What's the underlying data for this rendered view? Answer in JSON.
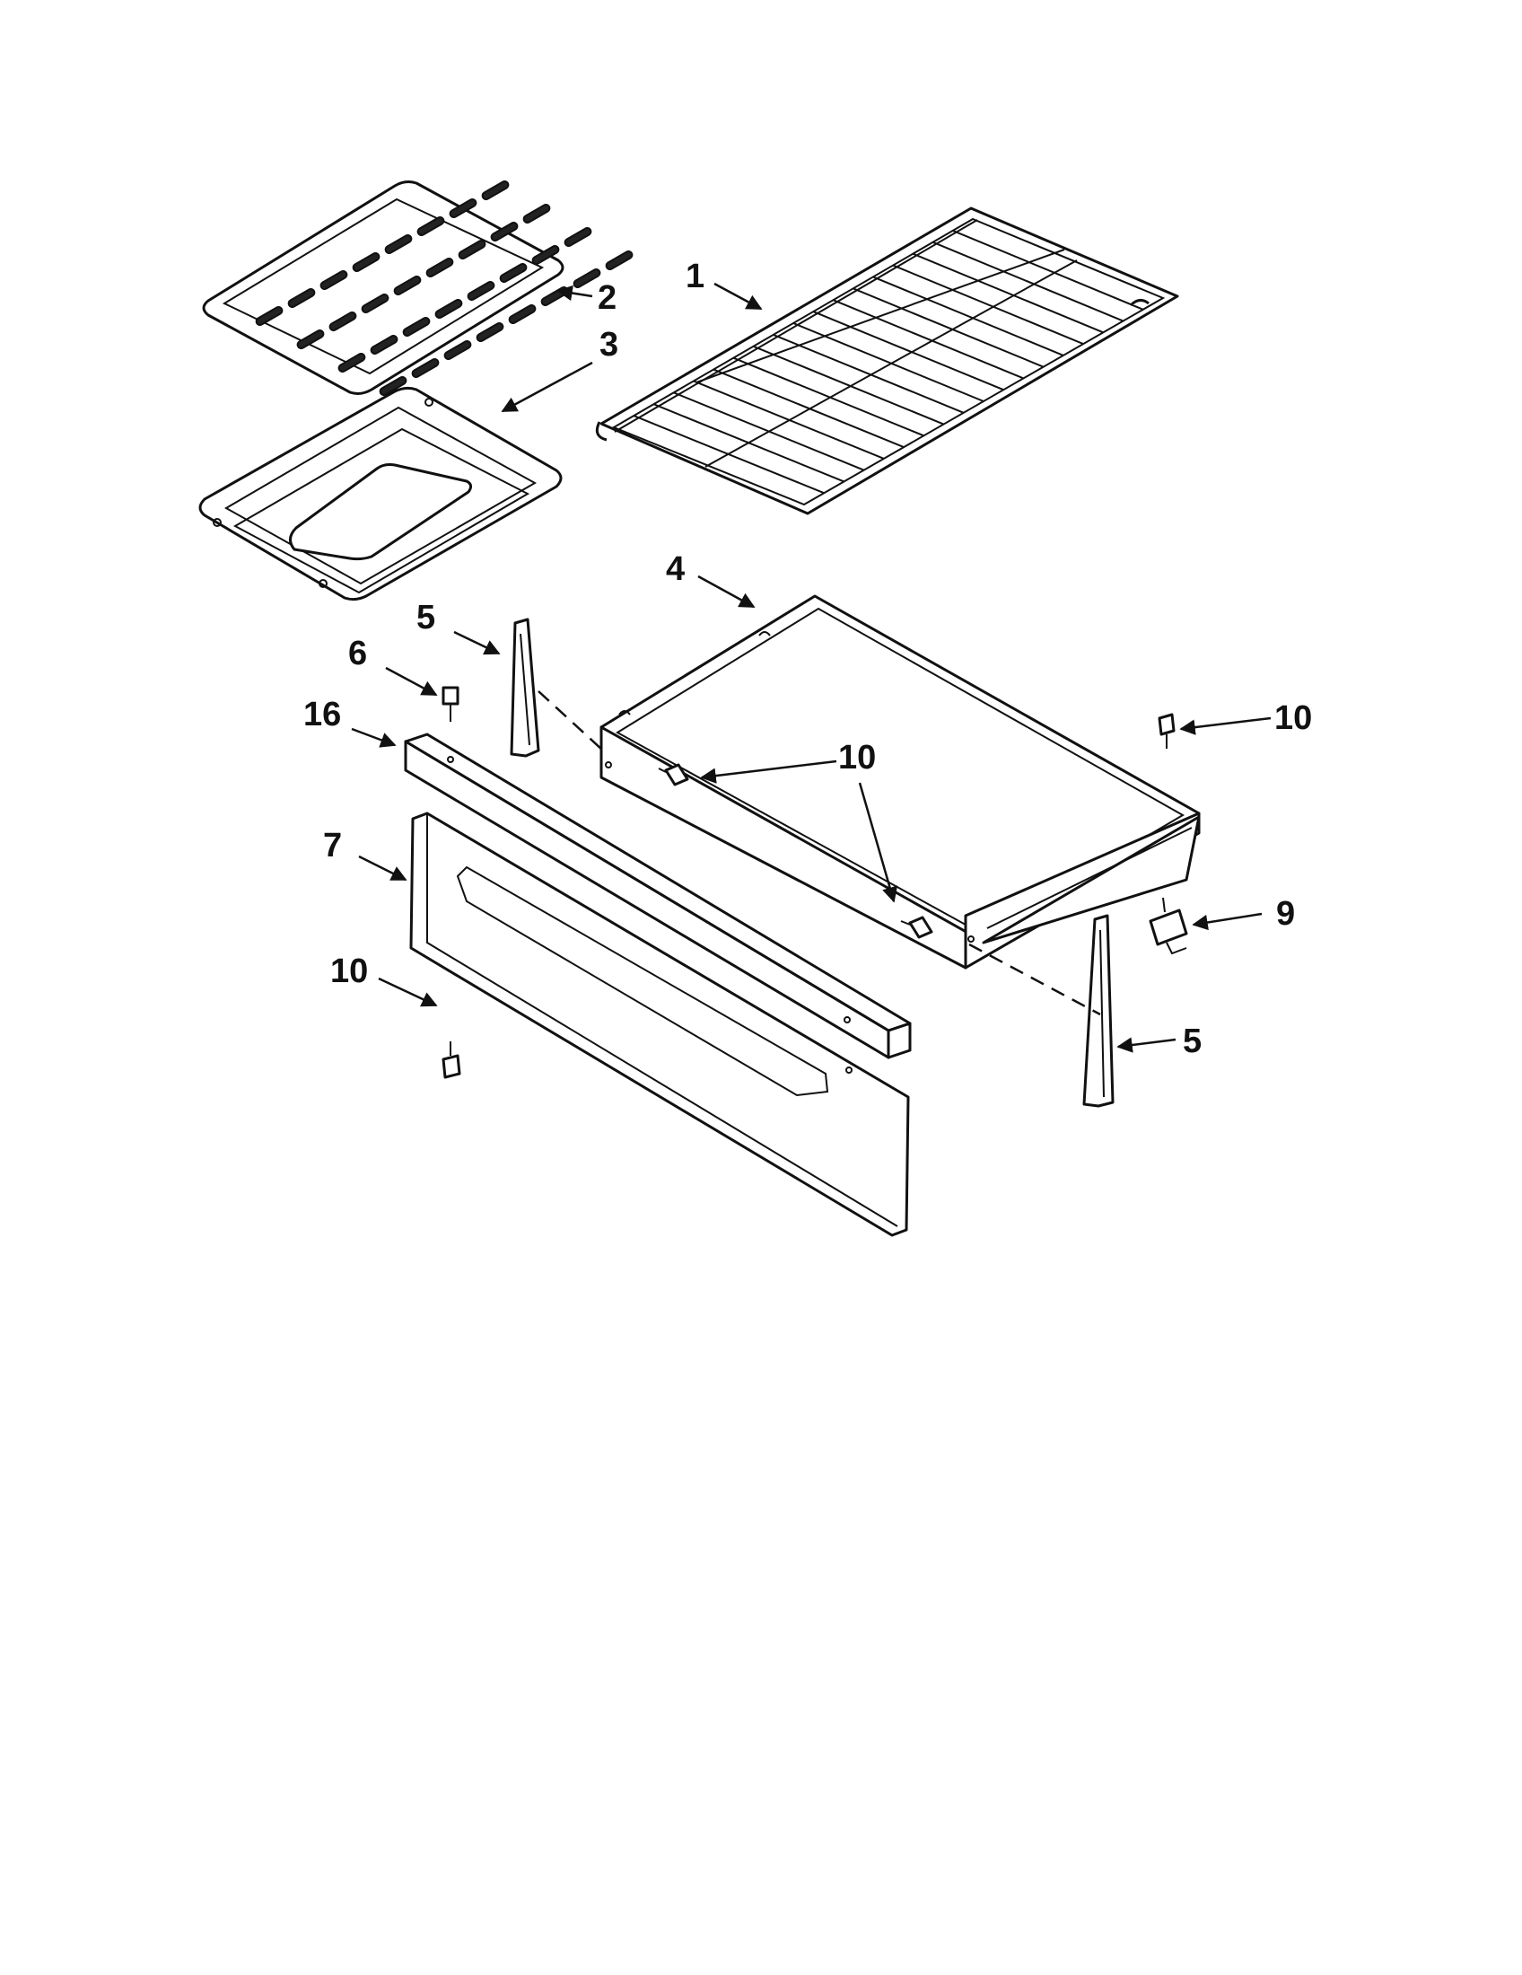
{
  "callouts": {
    "c1": "1",
    "c2": "2",
    "c3": "3",
    "c4": "4",
    "c5a": "5",
    "c5b": "5",
    "c6": "6",
    "c7": "7",
    "c9": "9",
    "c10a": "10",
    "c10b": "10",
    "c10c": "10",
    "c16": "16"
  },
  "colors": {
    "line": "#111111",
    "background": "#ffffff"
  }
}
